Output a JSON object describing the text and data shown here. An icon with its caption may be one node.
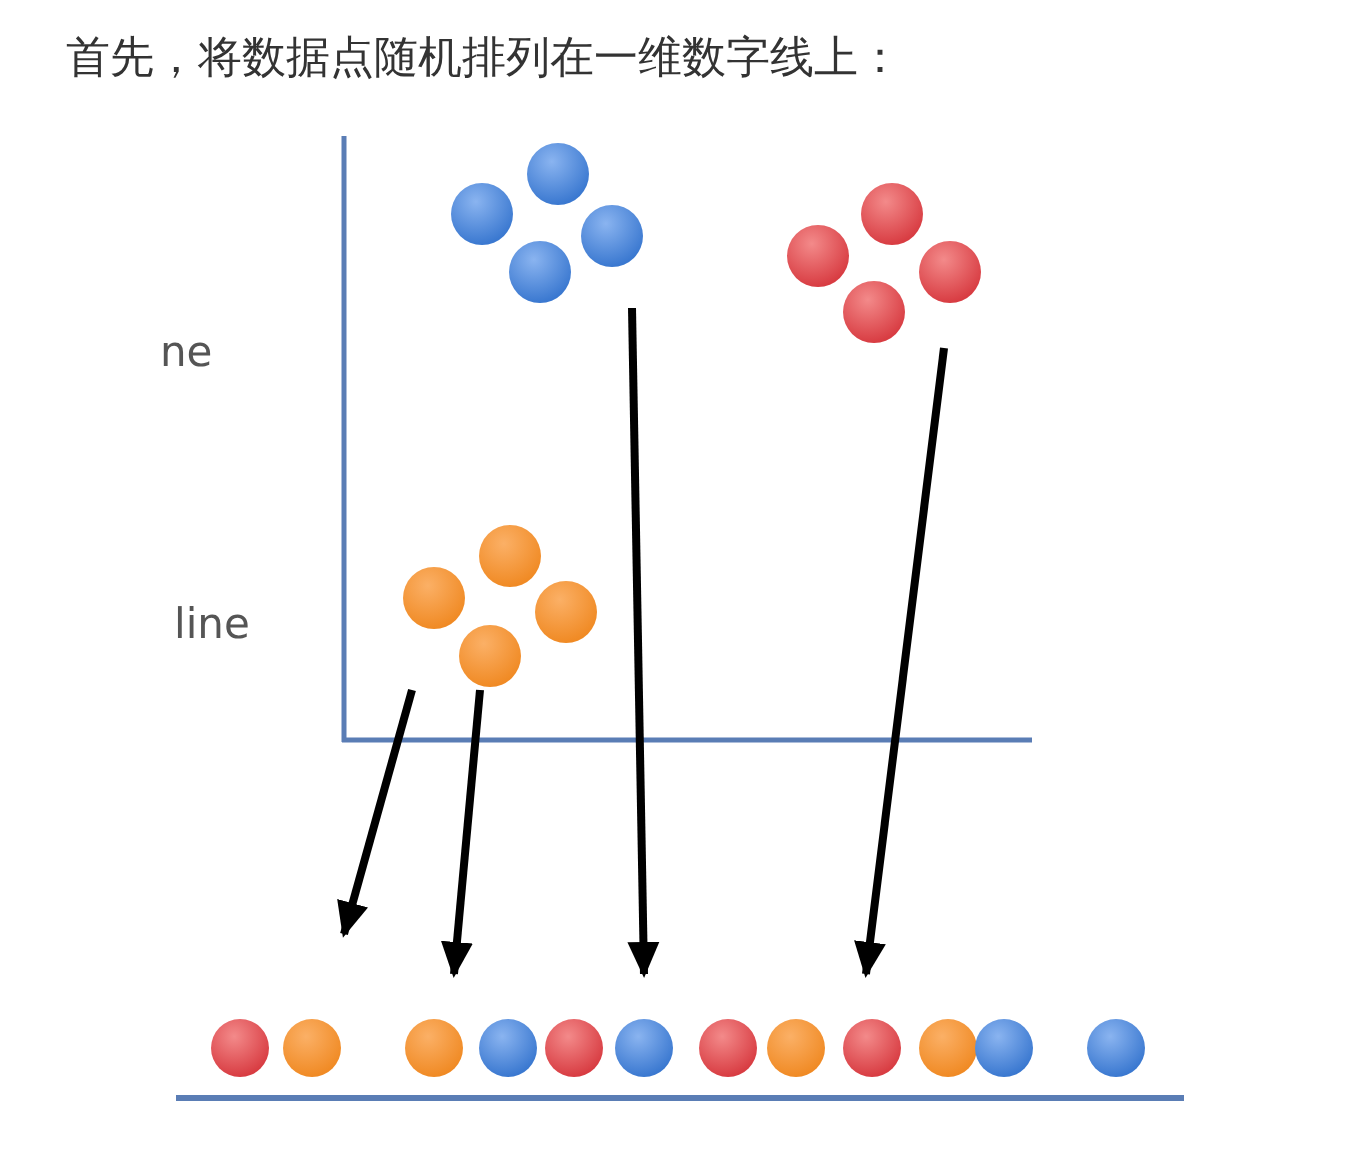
{
  "diagram": {
    "title": "首先，将数据点随机排列在一维数字线上：",
    "nodes": [
      {
        "text": [],
        "shape": "circle"
      },
      {
        "text": [],
        "shape": "circle"
      },
      {
        "text": [],
        "shape": "circle"
      }
    ],
    "edges": [
      {
        "from": 2,
        "to": null,
        "arrow": "to"
      },
      {
        "from": 2,
        "to": null,
        "arrow": "to"
      },
      {
        "from": 0,
        "to": null,
        "arrow": "to"
      },
      {
        "from": 1,
        "to": null,
        "arrow": "to"
      }
    ],
    "labels": [
      "ne",
      "line"
    ]
  }
}
